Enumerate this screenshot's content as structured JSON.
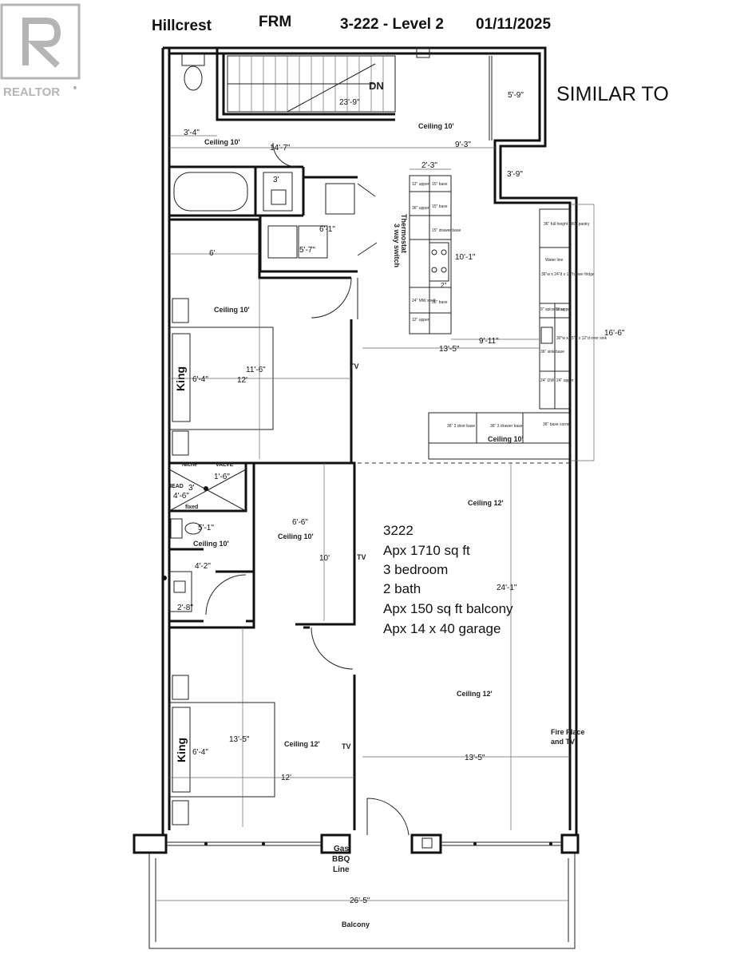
{
  "header": {
    "project": "Hillcrest",
    "type_code": "FRM",
    "unit_level": "3-222 - Level 2",
    "date": "01/11/2025",
    "note": "SIMILAR TO"
  },
  "logo": {
    "text": "REALTOR",
    "mark": "®"
  },
  "summary": {
    "unit": "3222",
    "area": "Apx 1710 sq ft",
    "bedrooms": "3 bedroom",
    "baths": "2 bath",
    "balcony": "Apx 150 sq ft balcony",
    "garage": "Apx 14 x 40 garage"
  },
  "labels": {
    "ceiling10_a": "Ceiling 10'",
    "ceiling10_b": "Ceiling 10'",
    "ceiling10_c": "Ceiling 10'",
    "ceiling10_d": "Ceiling 10'",
    "ceiling10_e": "Ceiling 10'",
    "ceiling10_f": "Ceiling 10'",
    "ceiling12_a": "Ceiling 12'",
    "ceiling12_b": "Ceiling 12'",
    "ceiling12_c": "Ceiling 12'",
    "dn": "DN",
    "king1": "King",
    "king2": "King",
    "tv1": "TV",
    "tv2": "TV",
    "tv3": "TV",
    "thermostat": "Thermostat",
    "switch": "3 way switch",
    "niche": "Niche",
    "valve": "VALVE",
    "head": "HEAD",
    "fixed": "fixed",
    "fireplace1": "Fire Place",
    "fireplace2": "and TV",
    "gas1": "Gas",
    "gas2": "BBQ",
    "gas3": "Line",
    "balcony": "Balcony",
    "water": "Water line"
  },
  "dimensions": {
    "d_23_9": "23'-9\"",
    "d_5_9": "5'-9\"",
    "d_3_4": "3'-4\"",
    "d_14_7": "14'-7\"",
    "d_9_3": "9'-3\"",
    "d_3_9": "3'-9\"",
    "d_2_3": "2'-3\"",
    "d_3": "3'",
    "d_6_1": "6'-1\"",
    "d_5_7": "5'-7\"",
    "d_6": "6'",
    "d_10_1": "10'-1\"",
    "d_9_11": "9'-11\"",
    "d_13_5a": "13'-5\"",
    "d_16_6": "16'-6\"",
    "d_11_6": "11'-6\"",
    "d_6_4a": "6'-4\"",
    "d_12a": "12'",
    "d_1_6": "1'-6\"",
    "d_3b": "3'",
    "d_4_6": "4'-6\"",
    "d_5_1": "5'-1\"",
    "d_6_6": "6'-6\"",
    "d_10": "10'",
    "d_4_2": "4'-2\"",
    "d_2_8": "2'-8\"",
    "d_24_1": "24'-1\"",
    "d_13_5b": "13'-5\"",
    "d_6_4b": "6'-4\"",
    "d_13_5c": "13'-5\"",
    "d_12b": "12'",
    "d_26_5": "26'-5\"",
    "d_2": "2\""
  },
  "cabinets": {
    "c1": "12\" upper",
    "c2": "15\" base",
    "c3": "36\" upper",
    "c4": "15\" base",
    "c5": "15\" drawer base",
    "c6": "24\" MW shelf",
    "c7": "36\" base",
    "c8": "12\" upper",
    "p1": "36\" full height (96\") pantry",
    "p2": "36\"w x 24\"d x 15\"h over fridge",
    "p3": "9\" spice base",
    "p4": "9\" upper",
    "p5": "36\" sink base",
    "p6": "30\"w x 15\"h x 12\"d over sink",
    "p7": "24\" DW",
    "p8": "24\" upper",
    "b1": "36\" 2 door base",
    "b2": "36\" 3 drawer base",
    "b3": "36\" base corner"
  }
}
